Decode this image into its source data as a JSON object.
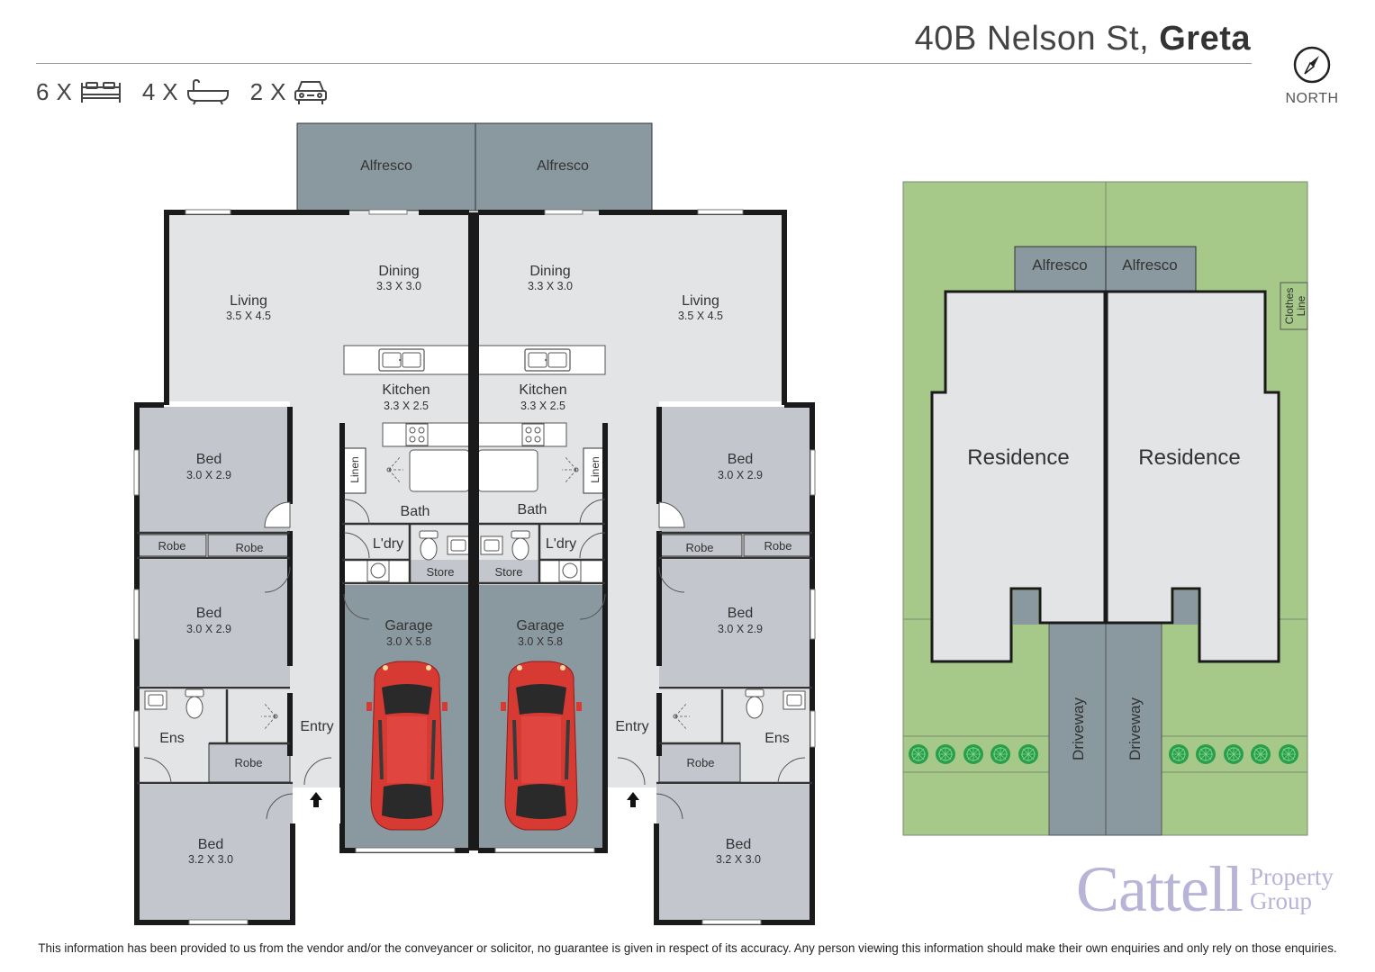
{
  "header": {
    "address_street": "40B Nelson St,",
    "address_suburb": "Greta"
  },
  "counts": {
    "bedrooms": "6",
    "bathrooms": "4",
    "cars": "2",
    "multiplier": "X"
  },
  "compass": {
    "label": "NORTH"
  },
  "floor_plan": {
    "alfresco_left": "Alfresco",
    "alfresco_right": "Alfresco",
    "living_left": {
      "name": "Living",
      "dims": "3.5 X 4.5"
    },
    "living_right": {
      "name": "Living",
      "dims": "3.5 X 4.5"
    },
    "dining_left": {
      "name": "Dining",
      "dims": "3.3 X 3.0"
    },
    "dining_right": {
      "name": "Dining",
      "dims": "3.3 X 3.0"
    },
    "kitchen_left": {
      "name": "Kitchen",
      "dims": "3.3 X 2.5"
    },
    "kitchen_right": {
      "name": "Kitchen",
      "dims": "3.3 X 2.5"
    },
    "bed1_left": {
      "name": "Bed",
      "dims": "3.0 X 2.9"
    },
    "bed2_left": {
      "name": "Bed",
      "dims": "3.0 X 2.9"
    },
    "bed3_left": {
      "name": "Bed",
      "dims": "3.2 X 3.0"
    },
    "bed1_right": {
      "name": "Bed",
      "dims": "3.0 X 2.9"
    },
    "bed2_right": {
      "name": "Bed",
      "dims": "3.0 X 2.9"
    },
    "bed3_right": {
      "name": "Bed",
      "dims": "3.2 X 3.0"
    },
    "robe": "Robe",
    "linen": "Linen",
    "bath": "Bath",
    "laundry": "L'dry",
    "store": "Store",
    "ensuite": "Ens",
    "entry": "Entry",
    "garage_left": {
      "name": "Garage",
      "dims": "3.0 X 5.8"
    },
    "garage_right": {
      "name": "Garage",
      "dims": "3.0 X 5.8"
    }
  },
  "site_plan": {
    "alfresco_left": "Alfresco",
    "alfresco_right": "Alfresco",
    "residence_left": "Residence",
    "residence_right": "Residence",
    "driveway_left": "Driveway",
    "driveway_right": "Driveway",
    "clothes_line_1": "Clothes",
    "clothes_line_2": "Line"
  },
  "logo": {
    "main": "Cattell",
    "sub_1": "Property",
    "sub_2": "Group"
  },
  "disclaimer": "This information has been provided to us from the vendor and/or the conveyancer or solicitor, no guarantee is given in respect of its accuracy. Any person viewing this information should make their own enquiries and only rely on those enquiries.",
  "colors": {
    "floor": "#e3e4e6",
    "bedroom": "#c3c6cd",
    "garage": "#8a999f",
    "alfresco": "#8a999f",
    "lawn": "#a6c98a",
    "tree": "#2a9f4a",
    "wall": "#1a1a1a",
    "car": "#d63a33"
  }
}
